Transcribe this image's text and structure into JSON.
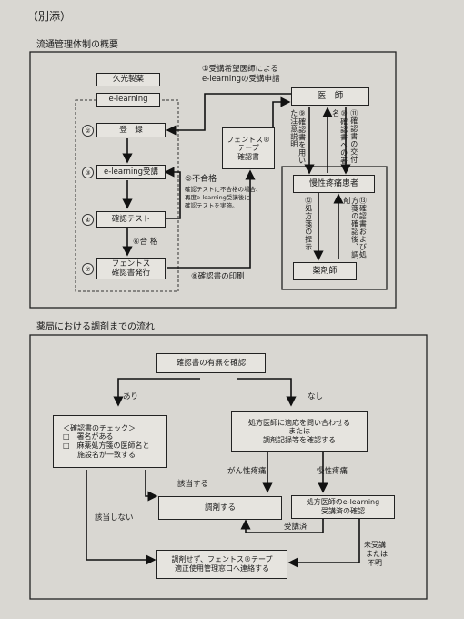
{
  "header": {
    "tag": "（別添）"
  },
  "section1": {
    "title": "流通管理体制の概要",
    "company": "久光製薬",
    "elearning": "e-learning",
    "register": "登　録",
    "course": "e-learning受講",
    "test": "確認テスト",
    "issue_line1": "フェントス",
    "issue_line2": "確認書発行",
    "doctor": "医　師",
    "patient": "慢性疼痛患者",
    "pharmacist": "薬剤師",
    "doc_line1": "フェントス®",
    "doc_line2": "テープ",
    "doc_line3": "確認書",
    "step1_line1": "①受講希望医師による",
    "step1_line2": "e-learningの受講申請",
    "fail_title": "⑤不合格",
    "fail_line1": "確認テストに不合格の場合、",
    "fail_line2": "再度e-learning受講後に",
    "fail_line3": "確認テストを実施。",
    "pass_label": "⑥合 格",
    "print_label": "⑧確認書の印刷",
    "n2": "②",
    "n3": "③",
    "n4": "④",
    "n7": "⑦",
    "v9": "⑨確認書を用いた注意説明",
    "v10": "⑩確認書への署名",
    "v11": "⑪確認書の交付",
    "v12": "⑫処方箋の提示",
    "v13": "⑬確認書および処方箋の確認後、調剤"
  },
  "section2": {
    "title": "薬局における調剤までの流れ",
    "confirm": "確認書の有無を確認",
    "ari": "あり",
    "nashi": "なし",
    "check_title": "＜確認書のチェック＞",
    "check_1": "□　署名がある",
    "check_2": "□　麻薬処方箋の医師名と",
    "check_3": "　　施設名が一致する",
    "inquiry_line1": "処方医師に適応を問い合わせる",
    "inquiry_line2": "または",
    "inquiry_line3": "調剤記録等を確認する",
    "dispense": "調剤する",
    "elearn_check_line1": "処方医師のe-learning",
    "elearn_check_line2": "受講済の確認",
    "final_line1": "調剤せず、フェントス®テープ",
    "final_line2": "適正使用管理窓口へ連絡する",
    "applicable": "該当する",
    "not_applicable": "該当しない",
    "cancer": "がん性疼痛",
    "chronic": "慢性疼痛",
    "taken": "受講済",
    "not_taken_1": "未受講",
    "not_taken_2": "または",
    "not_taken_3": "不明"
  }
}
